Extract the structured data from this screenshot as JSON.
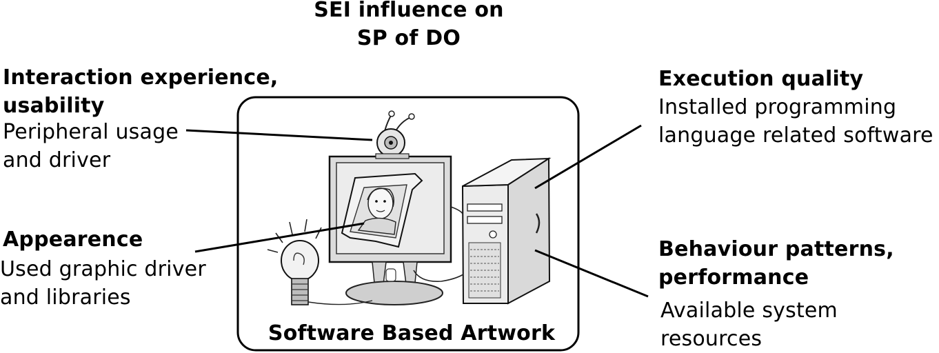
{
  "title": {
    "line1": "SEI influence on",
    "line2": "SP of DO"
  },
  "callouts": {
    "interaction": {
      "heading1": "Interaction experience,",
      "heading2": "usability",
      "body1": "Peripheral usage",
      "body2": "and driver"
    },
    "appearance": {
      "heading": "Appearence",
      "body1": "Used graphic driver",
      "body2": "and libraries"
    },
    "execution": {
      "heading": "Execution quality",
      "body1": "Installed programming",
      "body2": "language related software"
    },
    "behaviour": {
      "heading1": "Behaviour patterns,",
      "heading2": "performance",
      "body1": "Available system",
      "body2": "resources"
    }
  },
  "artwork": {
    "label": "Software Based Artwork"
  }
}
